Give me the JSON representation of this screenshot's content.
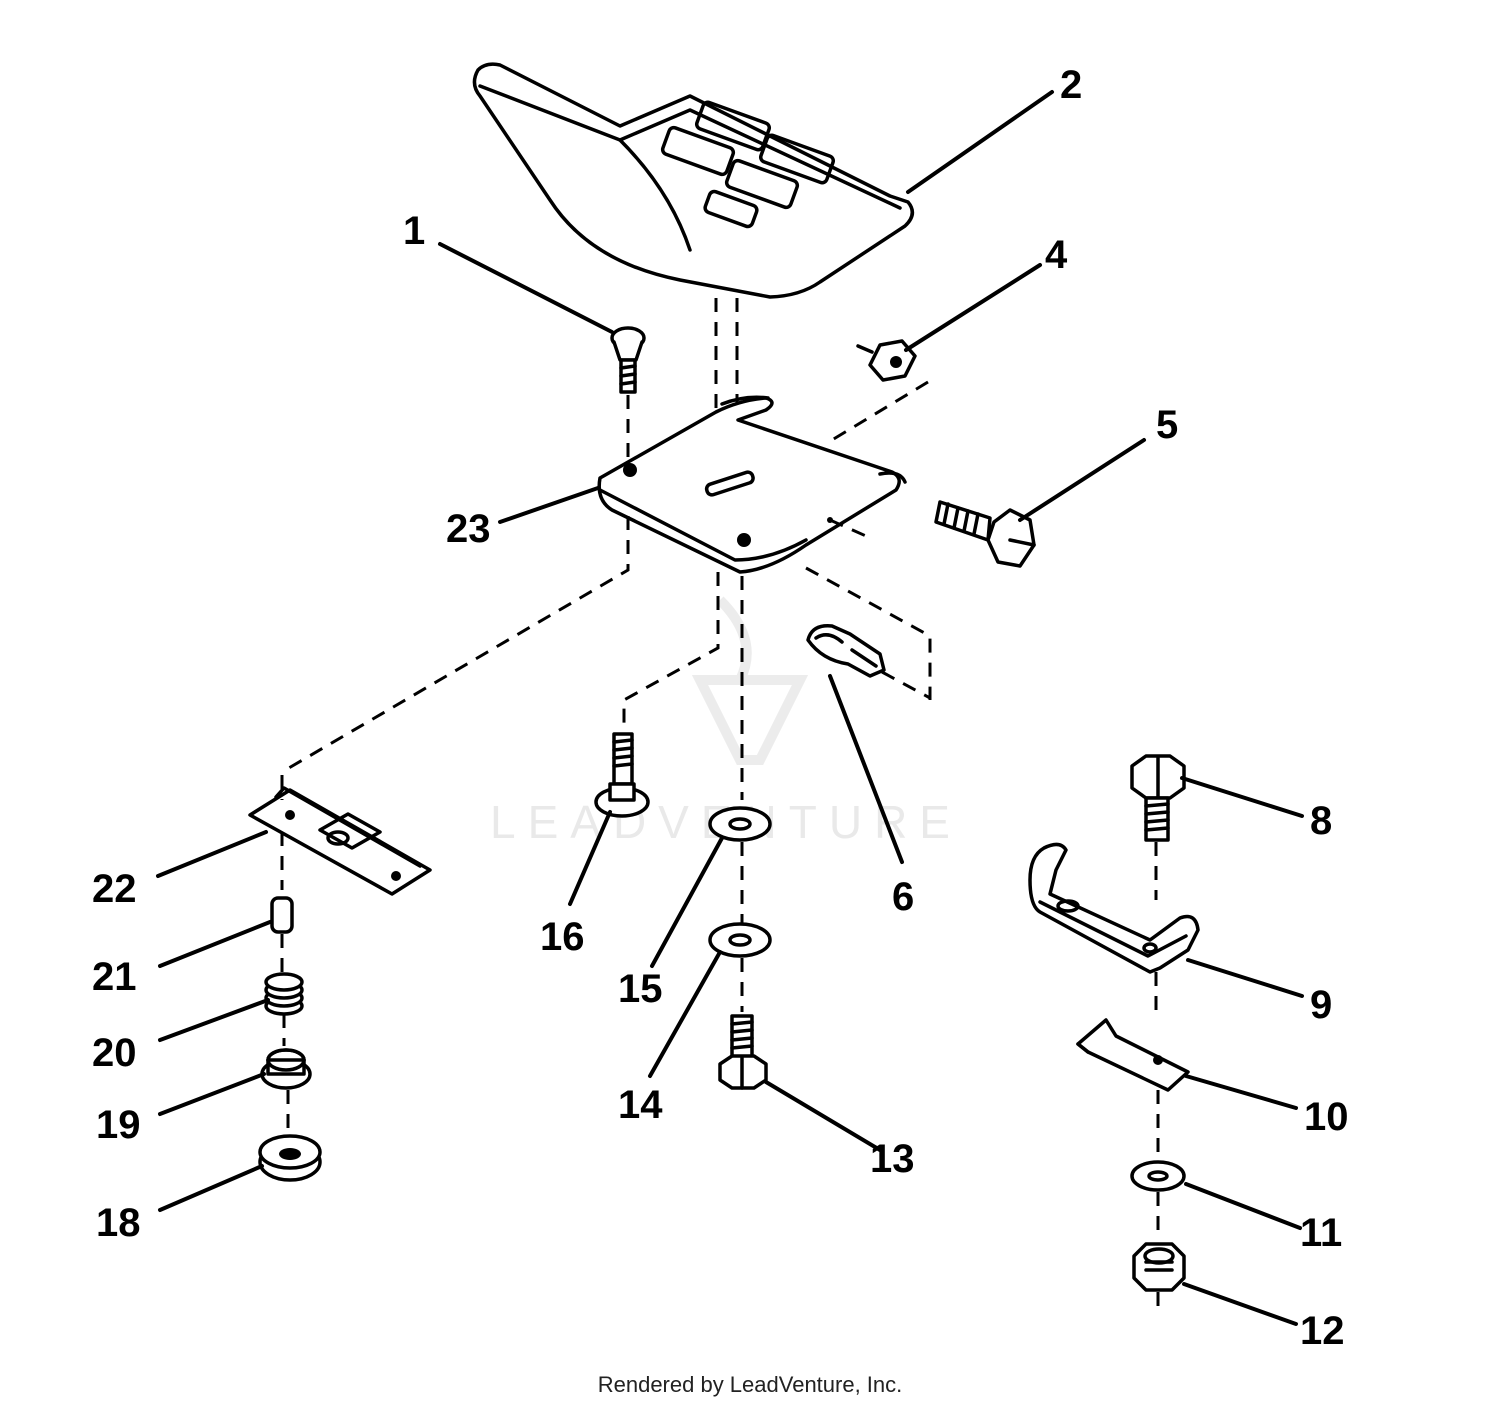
{
  "watermark": {
    "text": "LEADVENTURE"
  },
  "footer": {
    "credit": "Rendered by LeadVenture, Inc."
  },
  "callouts": {
    "c1": "1",
    "c2": "2",
    "c4": "4",
    "c5": "5",
    "c6": "6",
    "c8": "8",
    "c9": "9",
    "c10": "10",
    "c11": "11",
    "c12": "12",
    "c13": "13",
    "c14": "14",
    "c15": "15",
    "c16": "16",
    "c18": "18",
    "c19": "19",
    "c20": "20",
    "c21": "21",
    "c22": "22",
    "c23": "23"
  }
}
